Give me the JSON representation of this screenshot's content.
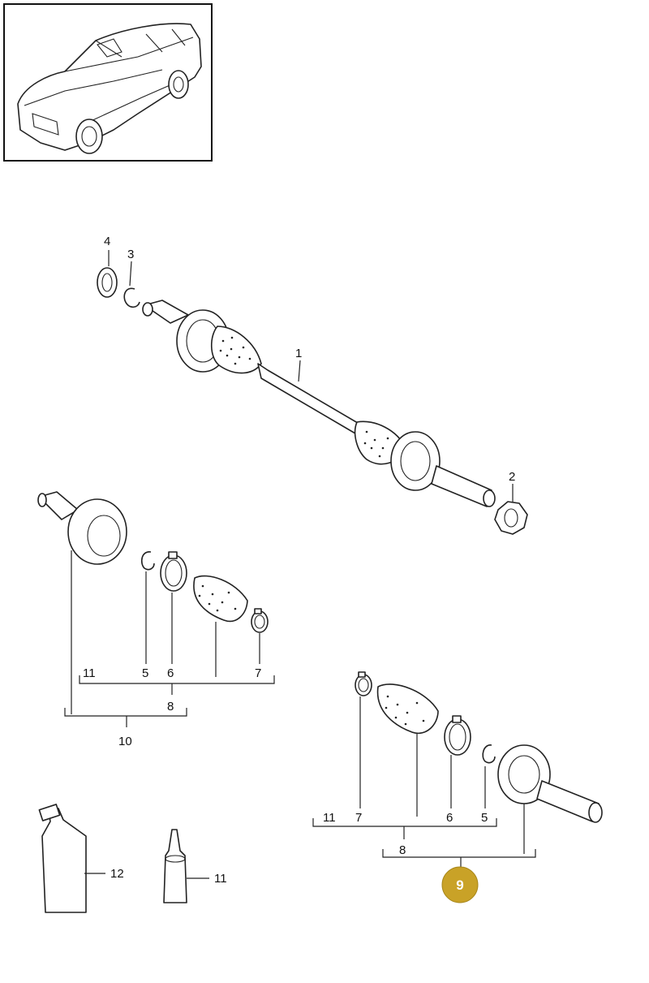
{
  "labels": {
    "shaft": "1",
    "nut": "2",
    "circlip_top": "3",
    "seal_ring": "4",
    "left_11": "11",
    "left_5": "5",
    "left_6": "6",
    "left_7": "7",
    "left_8": "8",
    "left_10": "10",
    "right_11": "11",
    "right_7": "7",
    "right_6": "6",
    "right_5": "5",
    "right_8": "8",
    "right_9": "9",
    "grease_tube": "12",
    "sealant_bottle": "11"
  },
  "highlight": {
    "label": "9",
    "color": "#c9a227"
  }
}
